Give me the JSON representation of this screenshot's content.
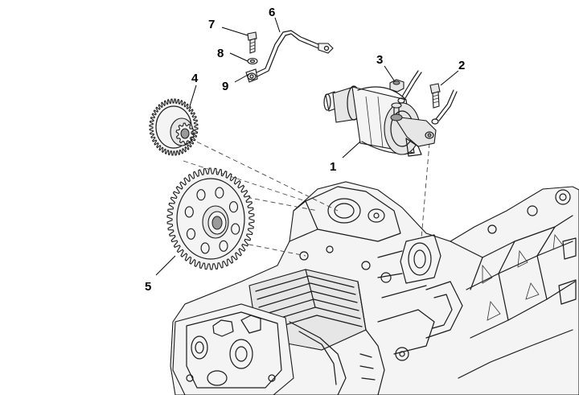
{
  "callouts": [
    {
      "id": "c1",
      "label": "1"
    },
    {
      "id": "c2",
      "label": "2"
    },
    {
      "id": "c3",
      "label": "3"
    },
    {
      "id": "c4",
      "label": "4"
    },
    {
      "id": "c5",
      "label": "5"
    },
    {
      "id": "c6",
      "label": "6"
    },
    {
      "id": "c7",
      "label": "7"
    },
    {
      "id": "c8",
      "label": "8"
    },
    {
      "id": "c9",
      "label": "9"
    }
  ],
  "icons": [
    "starter-motor",
    "gear",
    "gear-ring",
    "ground-cable",
    "bolt",
    "nut",
    "washer",
    "engine-crankcase"
  ]
}
